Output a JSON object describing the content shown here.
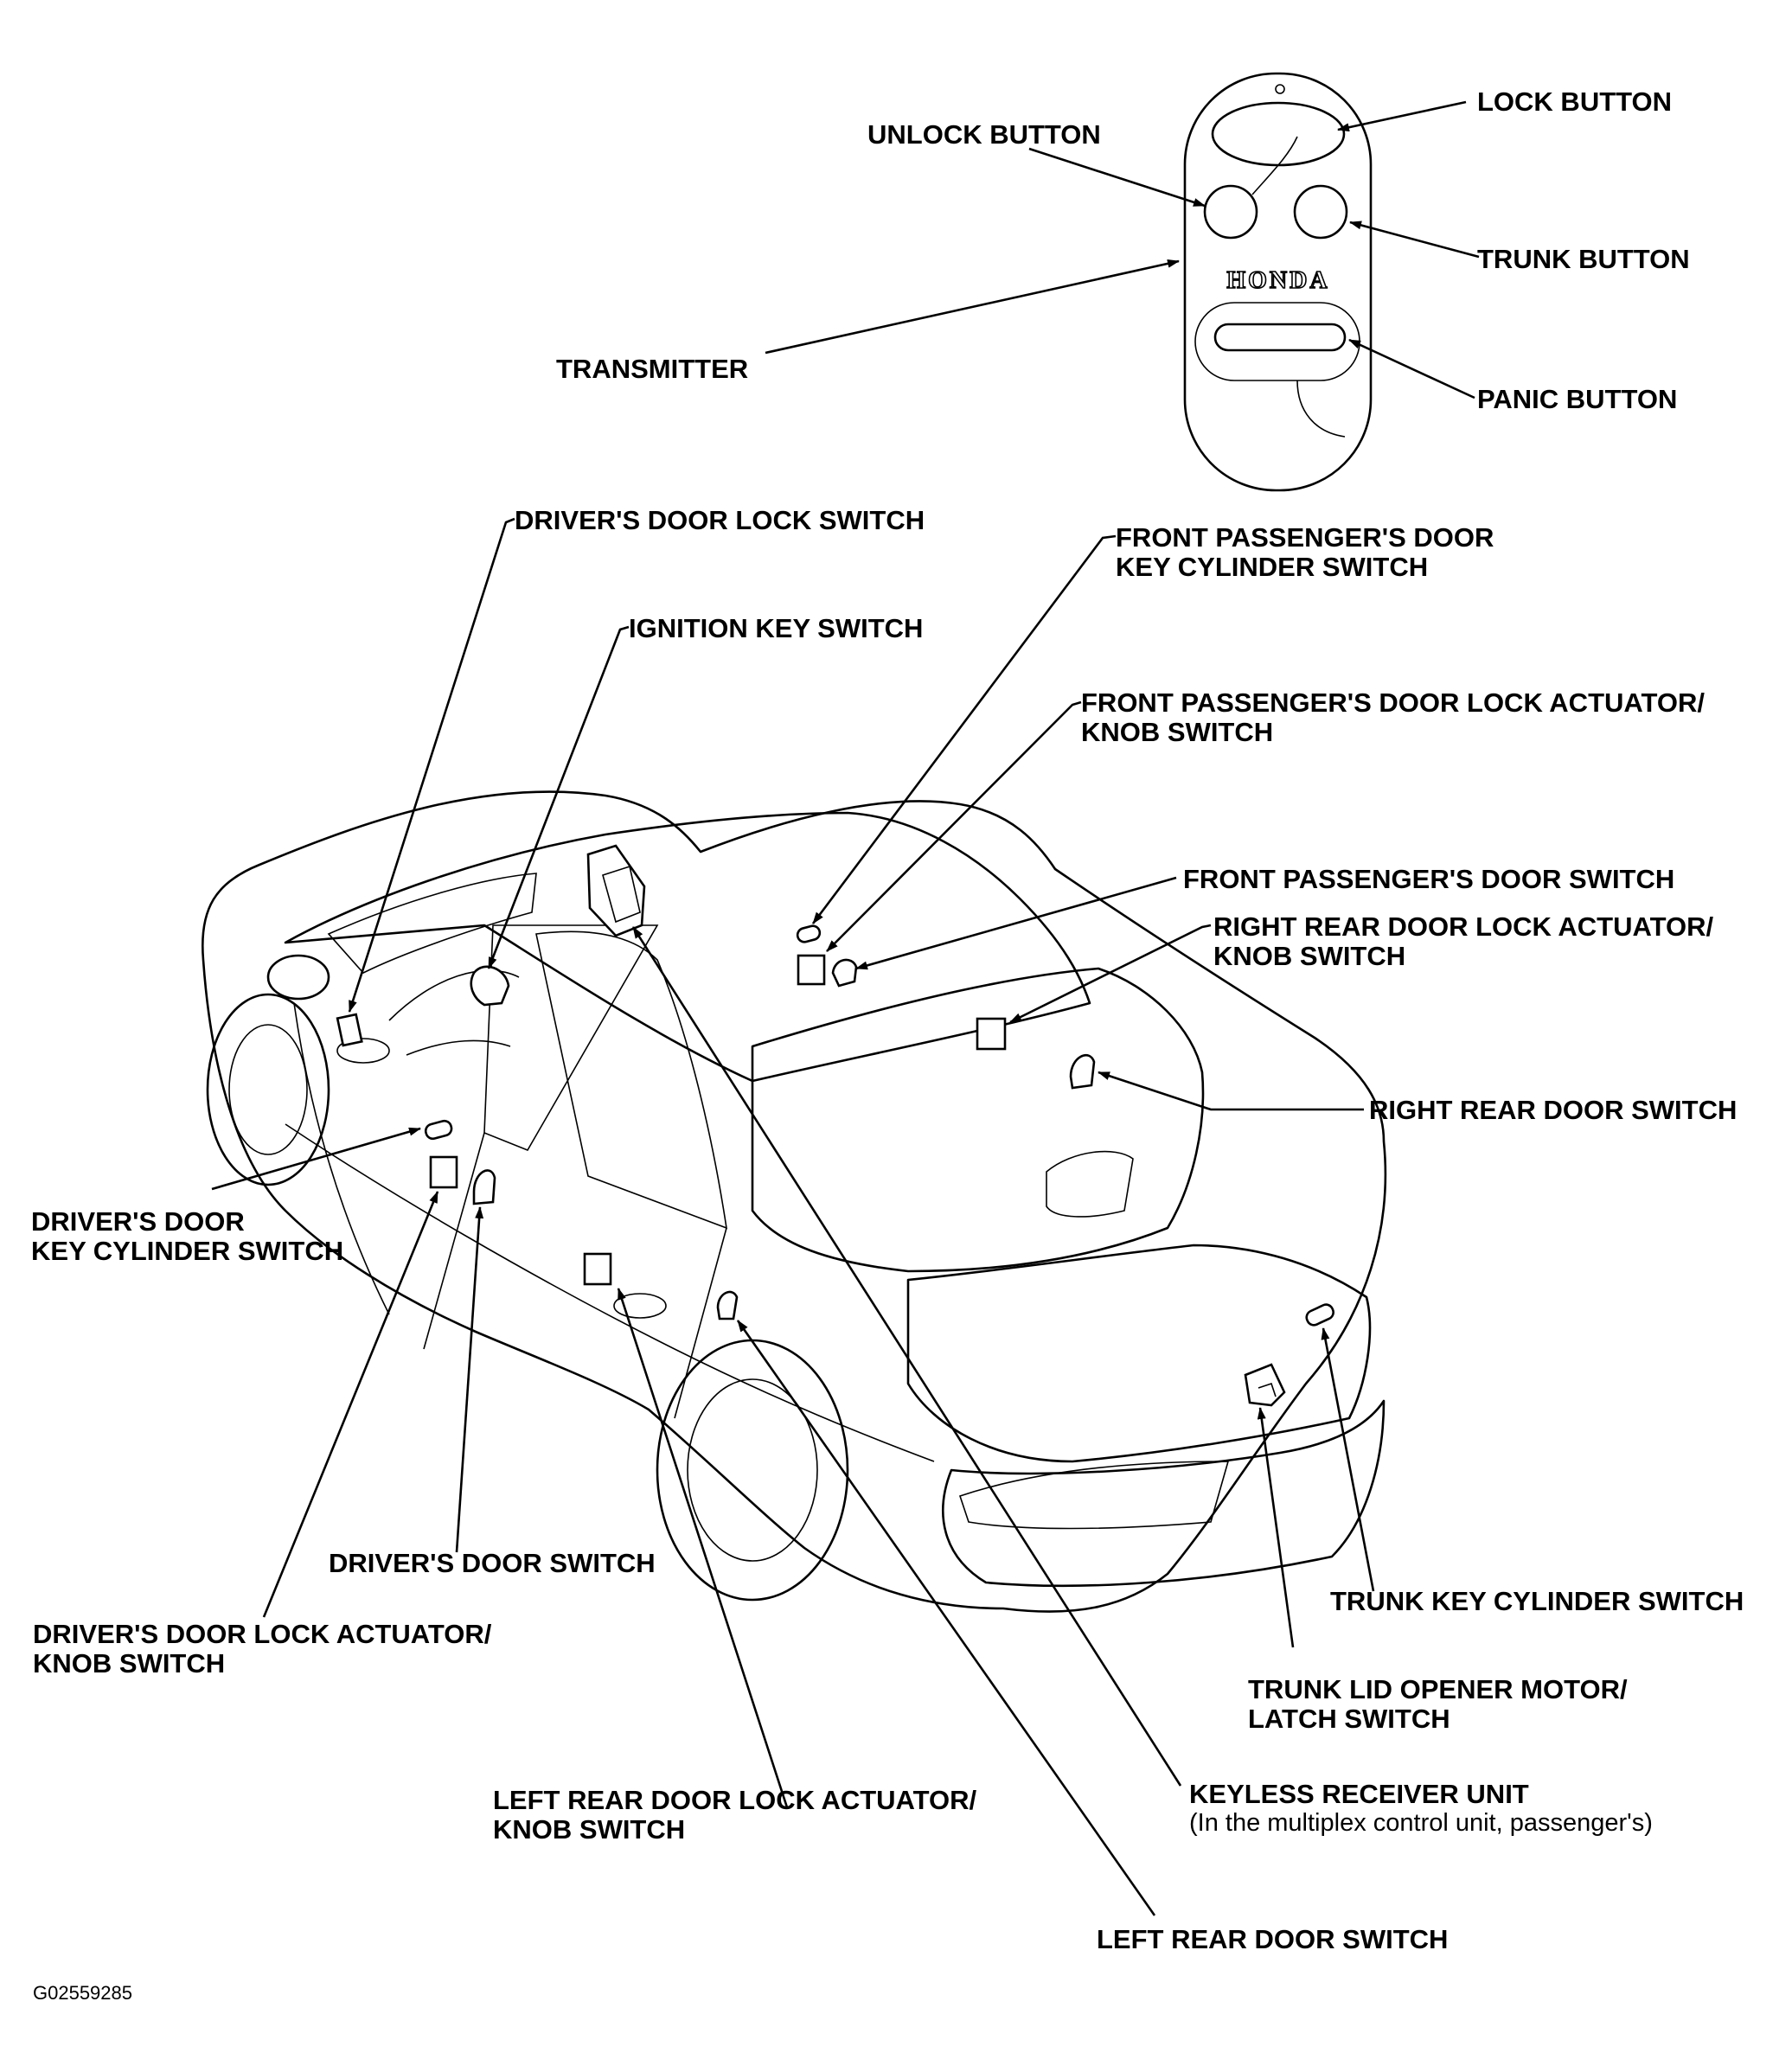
{
  "transmitter": {
    "brand": "HONDA",
    "labels": {
      "lock_button": "LOCK BUTTON",
      "unlock_button": "UNLOCK BUTTON",
      "trunk_button": "TRUNK BUTTON",
      "transmitter": "TRANSMITTER",
      "panic_button": "PANIC BUTTON"
    }
  },
  "components": {
    "drivers_door_lock_switch": "DRIVER'S DOOR LOCK SWITCH",
    "ignition_key_switch": "IGNITION KEY SWITCH",
    "front_passenger_key_cylinder": [
      "FRONT PASSENGER'S DOOR",
      "KEY CYLINDER SWITCH"
    ],
    "front_passenger_actuator": [
      "FRONT PASSENGER'S DOOR LOCK ACTUATOR/",
      "KNOB SWITCH"
    ],
    "front_passenger_door_switch": "FRONT PASSENGER'S DOOR SWITCH",
    "right_rear_actuator": [
      "RIGHT REAR DOOR LOCK ACTUATOR/",
      "KNOB SWITCH"
    ],
    "right_rear_door_switch": "RIGHT REAR DOOR SWITCH",
    "drivers_key_cylinder": [
      "DRIVER'S DOOR",
      "KEY CYLINDER SWITCH"
    ],
    "drivers_door_switch": "DRIVER'S DOOR SWITCH",
    "drivers_actuator": [
      "DRIVER'S DOOR LOCK ACTUATOR/",
      "KNOB SWITCH"
    ],
    "trunk_key_cylinder": "TRUNK KEY CYLINDER SWITCH",
    "trunk_lid_opener": [
      "TRUNK LID OPENER MOTOR/",
      "LATCH SWITCH"
    ],
    "left_rear_actuator": [
      "LEFT REAR DOOR LOCK ACTUATOR/",
      "KNOB SWITCH"
    ],
    "keyless_receiver": "KEYLESS RECEIVER UNIT",
    "keyless_receiver_note": "(In the multiplex control unit, passenger's)",
    "left_rear_door_switch": "LEFT REAR DOOR SWITCH"
  },
  "figure_code": "G02559285"
}
